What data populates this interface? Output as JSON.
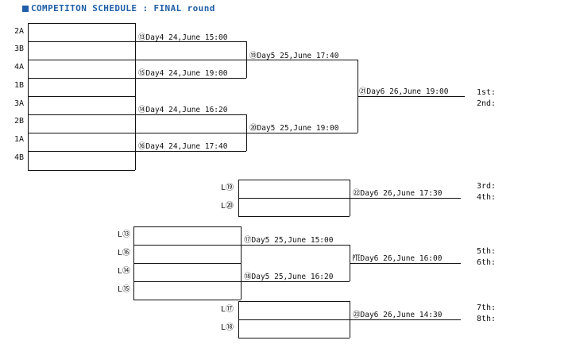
{
  "title": {
    "bullet_color": "#1f5fa9",
    "text": "COMPETITON SCHEDULE : FINAL round"
  },
  "main_bracket": {
    "seeds": [
      "2A",
      "3B",
      "4A",
      "1B",
      "3A",
      "2B",
      "1A",
      "4B"
    ],
    "round1": [
      {
        "id": "m13",
        "label": "⑬Day4 24,June 15:00"
      },
      {
        "id": "m15",
        "label": "⑮Day4 24,June 19:00"
      },
      {
        "id": "m14",
        "label": "⑭Day4 24,June 16:20"
      },
      {
        "id": "m16",
        "label": "⑯Day4 24,June 17:40"
      }
    ],
    "round2": [
      {
        "id": "m19",
        "label": "⑲Day5 25,June 17:40"
      },
      {
        "id": "m20",
        "label": "⑳Day5 25,June 19:00"
      }
    ],
    "final": {
      "id": "m22",
      "label": "㉑Day6 26,June 19:00"
    },
    "places": [
      "1st:",
      "2nd:"
    ]
  },
  "third_place_bracket": {
    "entrants": [
      "L⑲",
      "L⑳"
    ],
    "match": {
      "id": "m23",
      "label": "㉒Day6 26,June 17:30"
    },
    "places": [
      "3rd:",
      "4th:"
    ]
  },
  "fifth_place_bracket": {
    "entrants": [
      "L⑬",
      "L⑯",
      "L⑭",
      "L⑮"
    ],
    "semis": [
      {
        "id": "m17",
        "label": "⑰Day5 25,June 15:00"
      },
      {
        "id": "m18",
        "label": "⑱Day5 25,June 16:20"
      }
    ],
    "match": {
      "id": "m21",
      "label": "㉐Day6 26,June 16:00"
    },
    "places": [
      "5th:",
      "6th:"
    ]
  },
  "seventh_place_bracket": {
    "entrants": [
      "L⑰",
      "L⑱"
    ],
    "match": {
      "id": "m24",
      "label": "㉓Day6 26,June 14:30"
    },
    "places": [
      "7th:",
      "8th:"
    ]
  }
}
